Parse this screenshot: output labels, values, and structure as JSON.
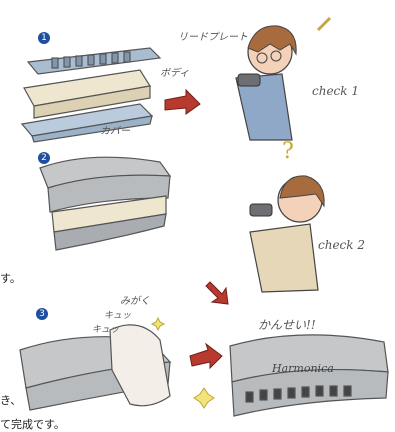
{
  "steps": [
    {
      "number": "1",
      "labels": {
        "reed_plate": "リードプレート",
        "body": "ボディ",
        "cover": "カバー"
      },
      "check": "check 1"
    },
    {
      "number": "2",
      "check": "check 2"
    },
    {
      "number": "3",
      "labels": {
        "polish": "みがく",
        "sparkle_a": "キュッ",
        "sparkle_b": "キュッ"
      },
      "speech": "かんせい!!"
    }
  ],
  "brand_on_harmonica": "Harmonica",
  "left_text": {
    "line1": "す。",
    "line2": "き、",
    "line3": "て完成です。"
  },
  "colors": {
    "badge": "#1f4fa0",
    "arrow": "#b83a2e"
  }
}
